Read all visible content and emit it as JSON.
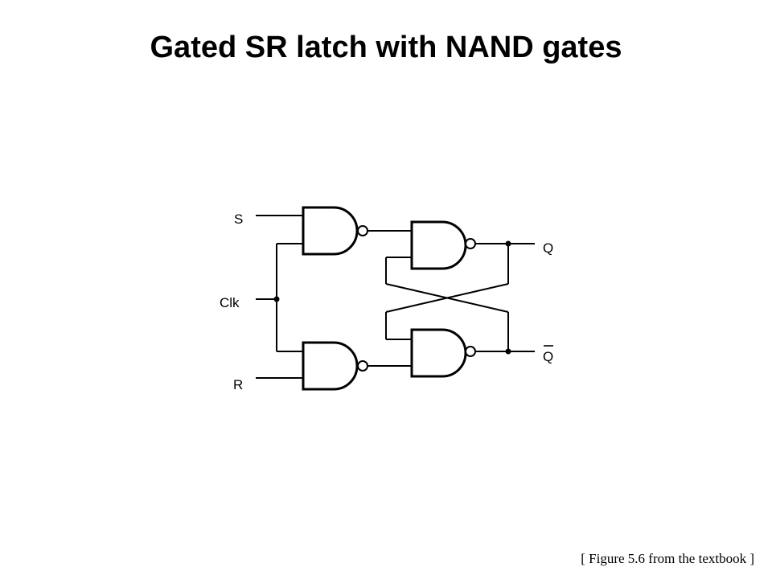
{
  "title": "Gated SR latch with NAND gates",
  "caption": "[ Figure 5.6 from the textbook ]",
  "diagram": {
    "inputs": {
      "s": "S",
      "clk": "Clk",
      "r": "R"
    },
    "outputs": {
      "q": "Q",
      "q_bar": "Q"
    }
  }
}
